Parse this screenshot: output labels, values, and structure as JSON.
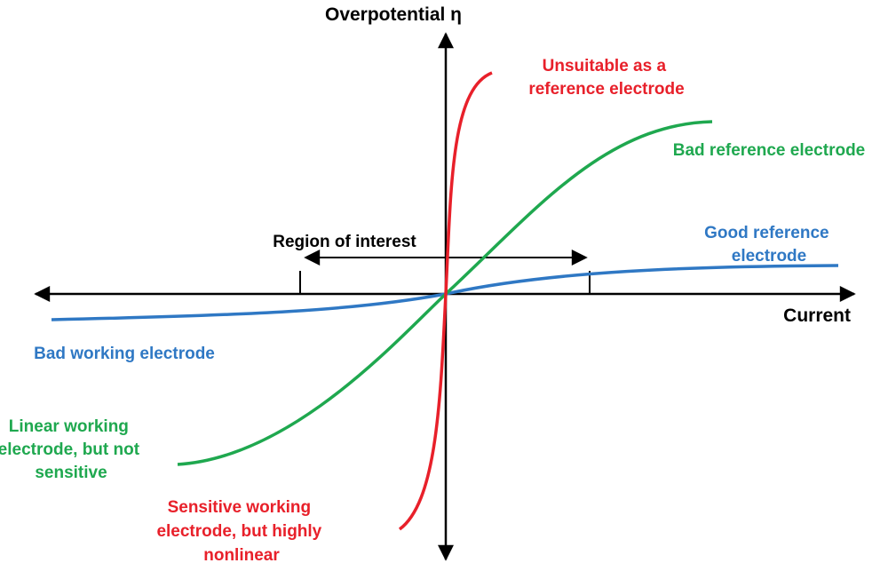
{
  "axes": {
    "y_label": "Overpotential η",
    "x_label": "Current"
  },
  "region": {
    "label": "Region of interest"
  },
  "colors": {
    "axis": "#000000",
    "red": "#e8202a",
    "green": "#1fa84f",
    "blue": "#2f78c4"
  },
  "curves": {
    "red_top": [
      "Unsuitable as a",
      "reference electrode"
    ],
    "red_bottom": [
      "Sensitive working",
      "electrode, but highly",
      "nonlinear"
    ],
    "green_top": [
      "Bad reference electrode"
    ],
    "green_bottom": [
      "Linear working",
      "electrode, but not",
      "sensitive"
    ],
    "blue_right": [
      "Good reference",
      "electrode"
    ],
    "blue_left": [
      "Bad working electrode"
    ]
  }
}
